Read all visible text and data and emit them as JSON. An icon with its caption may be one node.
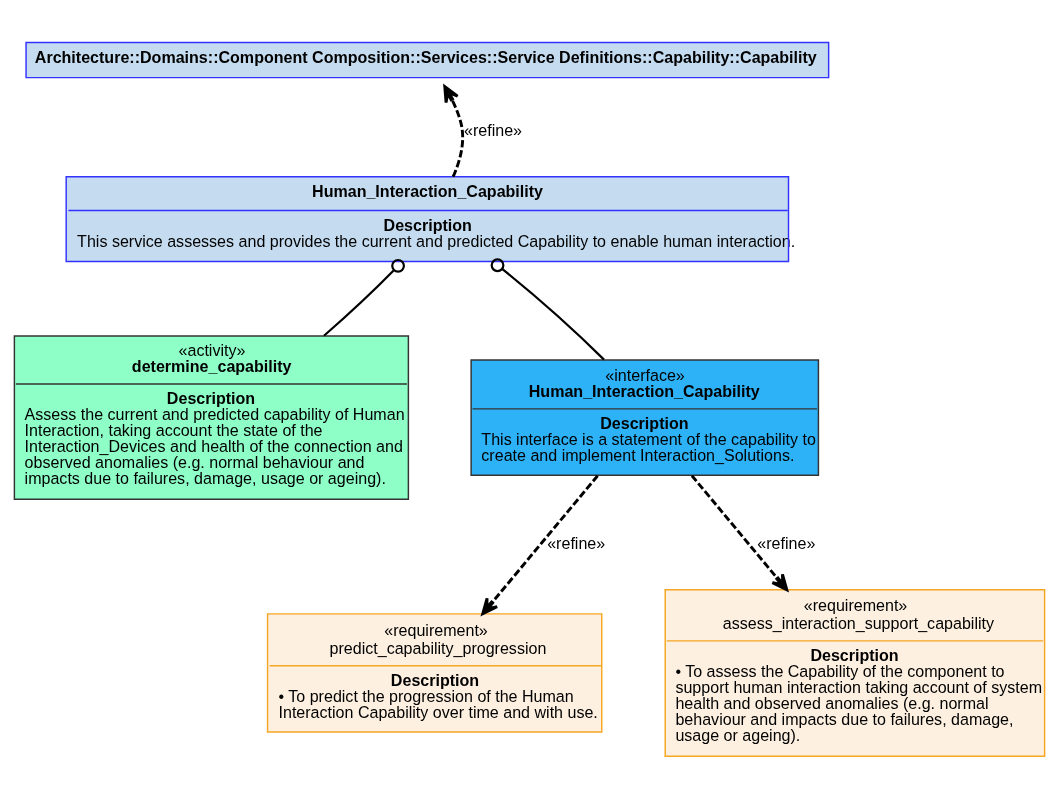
{
  "diagram": {
    "nodes": [
      {
        "text": [
          "Architecture::Domains::Component Composition::Services::Service Definitions::Capability::Capability"
        ]
      },
      {
        "text": [
          "Human_Interaction_Capability",
          "Description",
          "This service assesses and provides the current and predicted Capability to enable human interaction."
        ]
      },
      {
        "text": [
          "«activity»",
          "determine_capability",
          "Description",
          "Assess the current and predicted capability of Human Interaction, taking account the state of the Interaction_Devices and health of the connection and observed anomalies (e.g. normal behaviour and impacts due to failures, damage, usage or ageing)."
        ]
      },
      {
        "text": [
          "«interface»",
          "Human_Interaction_Capability",
          "Description",
          "This interface is a statement of the capability to create and implement Interaction_Solutions."
        ]
      },
      {
        "text": [
          "«requirement»",
          "predict_capability_progression",
          "Description",
          "• To predict the progression of the Human Interaction Capability over time and with use."
        ]
      },
      {
        "text": [
          "«requirement»",
          "assess_interaction_support_capability",
          "Description",
          "• To assess the Capability of the component to support human interaction taking account of system health and observed anomalies (e.g. normal behaviour and impacts due to failures, damage, usage or ageing)."
        ]
      }
    ],
    "edges": [
      {
        "from": 1,
        "to": 0,
        "arrow": "to",
        "style": "dashed",
        "label": "«refine»"
      },
      {
        "from": 2,
        "to": 1,
        "arrow": "other"
      },
      {
        "from": 3,
        "to": 1,
        "arrow": "other"
      },
      {
        "from": 3,
        "to": 4,
        "arrow": "to",
        "style": "dashed",
        "label": "«refine»"
      },
      {
        "from": 3,
        "to": 5,
        "arrow": "to",
        "style": "dashed",
        "label": "«refine»"
      }
    ]
  }
}
